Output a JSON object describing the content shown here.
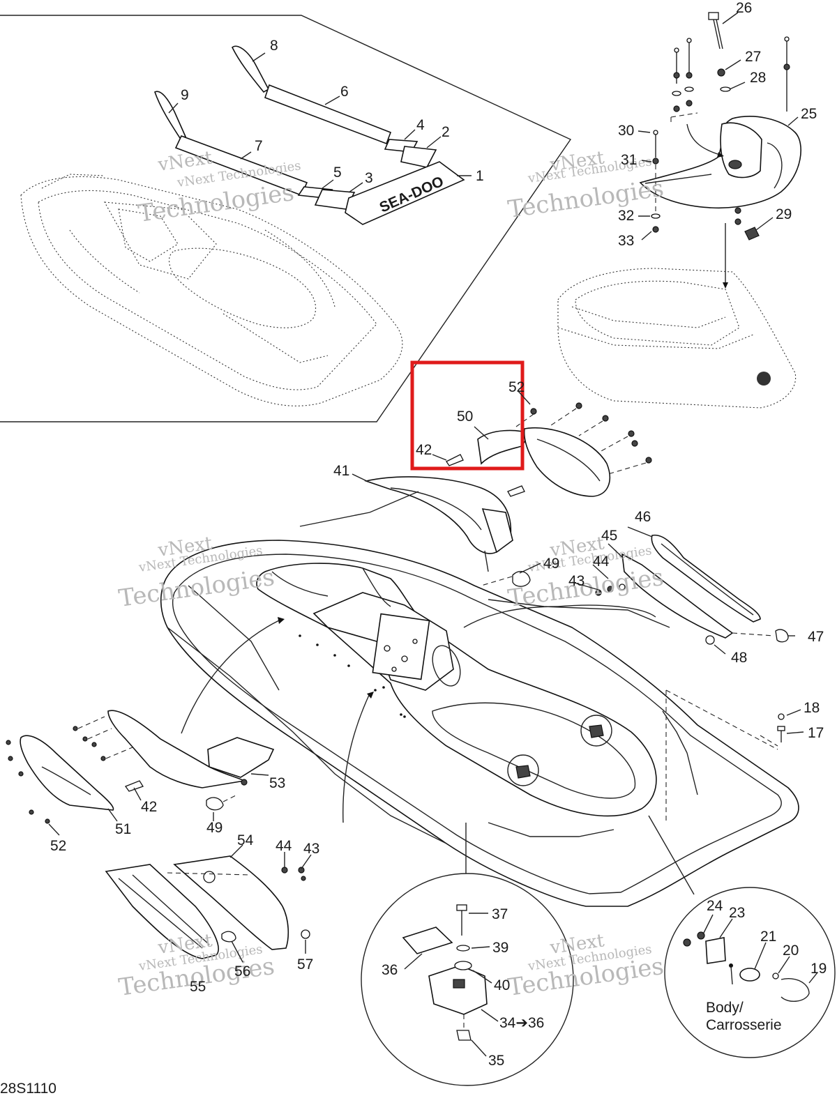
{
  "diagram": {
    "code": "28S1110",
    "body_note_line1": "Body/",
    "body_note_line2": "Carrosserie",
    "brand_mark": "SEA-DOO",
    "highlight_color": "#e01b1b",
    "watermark_line1": "vNext Technologies",
    "watermark_line2": "Technologies",
    "watermark_short": "vNext",
    "callouts": [
      "1",
      "2",
      "3",
      "4",
      "5",
      "6",
      "7",
      "8",
      "9",
      "17",
      "18",
      "19",
      "20",
      "21",
      "23",
      "24",
      "25",
      "26",
      "27",
      "28",
      "29",
      "30",
      "31",
      "32",
      "33",
      "34➔36",
      "35",
      "36",
      "36",
      "37",
      "39",
      "40",
      "41",
      "42",
      "42",
      "43",
      "43",
      "44",
      "44",
      "45",
      "46",
      "47",
      "48",
      "49",
      "49",
      "50",
      "51",
      "52",
      "52",
      "53",
      "54",
      "55",
      "56",
      "57"
    ]
  }
}
